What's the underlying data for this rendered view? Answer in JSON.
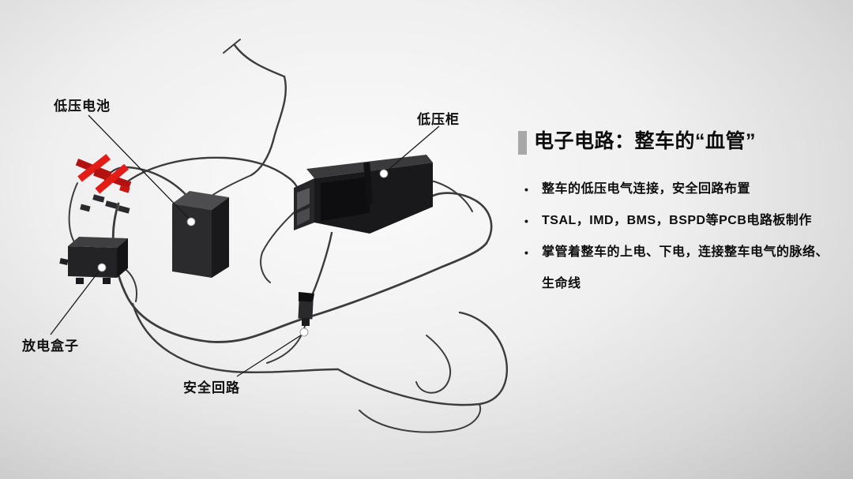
{
  "slide": {
    "background_center": "#fbfbfb",
    "background_edge": "#bfbfbf"
  },
  "diagram": {
    "labels": [
      {
        "id": "lv-battery",
        "text": "低压电池"
      },
      {
        "id": "lv-cabinet",
        "text": "低压柜"
      },
      {
        "id": "discharge-box",
        "text": "放电盒子"
      },
      {
        "id": "safety-loop",
        "text": "安全回路"
      }
    ],
    "colors": {
      "wire": "#3c3c3e",
      "box_front": "#2b2b2e",
      "box_top": "#4d4d50",
      "box_side": "#19191b",
      "red_connector": "#e41c17",
      "callout_dot": "#ffffff"
    }
  },
  "panel": {
    "title": "电子电路：整车的“血管”",
    "accent_color": "#a8a8a8",
    "bullets": [
      "整车的低压电气连接，安全回路布置",
      "TSAL，IMD，BMS，BSPD等PCB电路板制作",
      "掌管着整车的上电、下电，连接整车电气的脉络、生命线"
    ]
  }
}
